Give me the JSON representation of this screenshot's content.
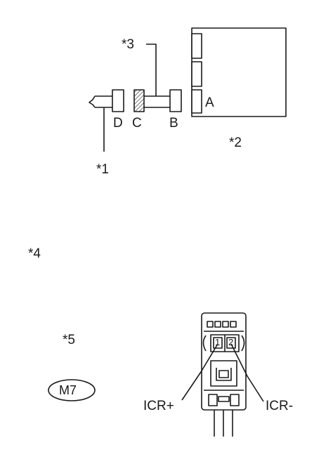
{
  "callouts": {
    "c1": "*1",
    "c2": "*2",
    "c3": "*3",
    "c4": "*4",
    "c5": "*5"
  },
  "connector_labels": {
    "a": "A",
    "b": "B",
    "c": "C",
    "d": "D"
  },
  "connector_code": "M7",
  "pins": {
    "pin1": "1",
    "pin2": "2"
  },
  "terminals": {
    "icr_plus": "ICR+",
    "icr_minus": "ICR-"
  },
  "colors": {
    "line": "#1a1a1a",
    "background": "#ffffff"
  }
}
